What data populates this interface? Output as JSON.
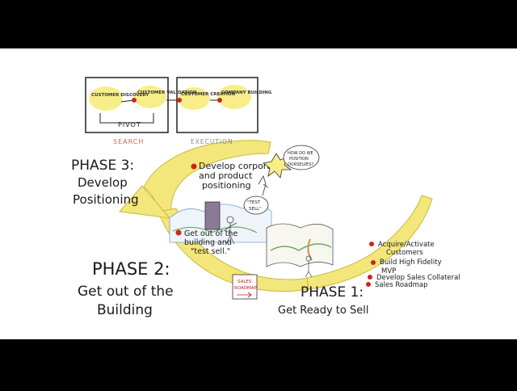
{
  "colors": {
    "letterbox": "#000000",
    "canvas": "#ffffff",
    "arrow_yellow": "#f3e67a",
    "highlight_yellow": "#f7ee8a",
    "bullet_red": "#d42020",
    "ink": "#1a1a1a"
  },
  "top_flow": {
    "steps": [
      "CUSTOMER DISCOVERY",
      "CUSTOMER VALIDATION",
      "CUSTOMER CREATION",
      "COMPANY BUILDING"
    ],
    "pivot_label": "PIVOT",
    "search_label": "SEARCH",
    "execution_label": "EXECUTION"
  },
  "phase3": {
    "title": "PHASE 3:",
    "line1": "Develop",
    "line2": "Positioning"
  },
  "phase2": {
    "title": "PHASE 2:",
    "line1": "Get out of the",
    "line2": "Building"
  },
  "phase1": {
    "title": "PHASE 1:",
    "subtitle": "Get Ready to Sell"
  },
  "positioning_note": {
    "line1": "Develop corporate",
    "line2": "and product",
    "line3": "positioning"
  },
  "speech_bubble": {
    "line1": "HOW DO WE",
    "line2": "POSITION",
    "line3": "OURSELVES?"
  },
  "test_sell_bubble": {
    "line1": "\"TEST",
    "line2": "SELL\""
  },
  "building_note": {
    "line1": "Get out of the",
    "line2": "building and",
    "line3": "\"test sell.\""
  },
  "sales_sign": {
    "line1": "SALES",
    "line2": "ROADMAP"
  },
  "phase1_bullets": [
    {
      "line1": "Acquire/Activate",
      "line2": "Customers"
    },
    {
      "line1": "Build High Fidelity",
      "line2": "MVP"
    },
    {
      "line1": "Develop Sales Collateral",
      "line2": ""
    },
    {
      "line1": "Sales Roadmap",
      "line2": ""
    }
  ]
}
